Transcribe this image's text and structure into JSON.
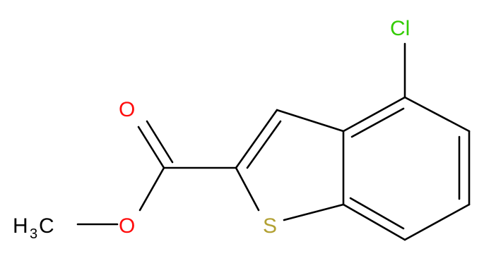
{
  "molecule": {
    "atoms": {
      "chlorine": {
        "label": "Cl",
        "color": "#33cc00"
      },
      "carbonyl_oxygen": {
        "label": "O",
        "color": "#ff0d0d"
      },
      "ester_oxygen": {
        "label": "O",
        "color": "#ff0d0d"
      },
      "sulfur": {
        "label": "S",
        "color": "#b2a133"
      },
      "methyl": {
        "label": "H",
        "subscript": "3",
        "suffix": "C",
        "color": "#000000"
      }
    },
    "bond_color": "#000000"
  }
}
